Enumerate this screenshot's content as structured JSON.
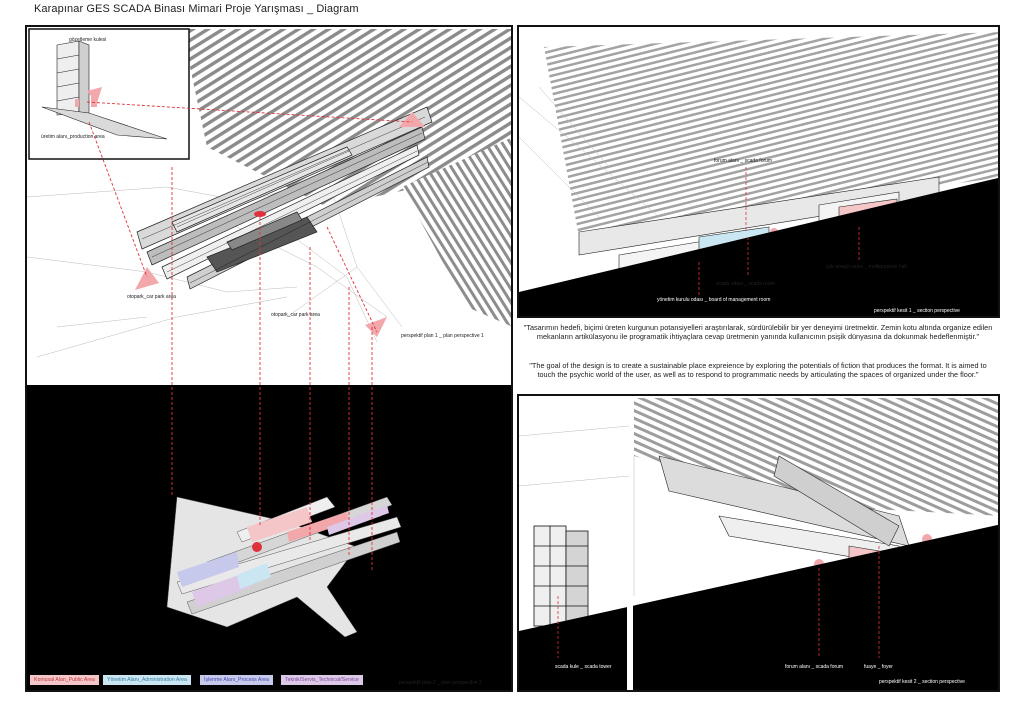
{
  "title": "Karapınar GES SCADA Binası Mimari Proje Yarışması  _  Diagram",
  "inset": {
    "watch_tower": "gözetleme kulesi",
    "production": "üretim alanı_production area"
  },
  "plan1": {
    "car_park_1": "otopark_car park area",
    "car_park_2": "otopark_car park area",
    "caption": "perspektif plan 1 _ plan perspective 1"
  },
  "plan2": {
    "caption": "perspektif plan 2 _ plan perspective 2"
  },
  "legend": [
    {
      "label": "Komusal Alan_Public Area",
      "color": "#f5c6c8",
      "text_color": "#c0393f"
    },
    {
      "label": "Yönetim Alanı_Administration Area",
      "color": "#c9e6f2",
      "text_color": "#3a7fa0"
    },
    {
      "label": "İşlenme Alanı_Process Area",
      "color": "#c6c8ec",
      "text_color": "#454ba8"
    },
    {
      "label": "Teknik/Servis_Technical/Service",
      "color": "#ddc8e8",
      "text_color": "#7a4a98"
    }
  ],
  "section1": {
    "forum": "forum alanı _ scada forum",
    "scada_room": "scada odası _ scada room",
    "multipurpose": "çok amaçlı salon _ multipurpose hall",
    "board_room": "yönetim kurulu odası  _  board of management room",
    "caption": "perspektif kesit 1 _ section perspective"
  },
  "quote": {
    "tr": "\"Tasarımın hedefi, biçimi üreten kurgunun potansiyelleri araştırılarak, sürdürülebilir bir yer deneyimi üretmektir. Zemin kotu altında organize edilen mekanların artikülasyonu ile programatik ihtiyaçlara cevap üretmenin yanında kullanıcının psişik dünyasına da dokunmak hedeflenmiştir.\"",
    "en": "\"The goal of the design is to create a sustainable place expreience by exploring the potentials of fiction that produces the format. It is aimed to touch the psychic world of the user, as well as to respond to programmatic needs by articulating the spaces of organized under the floor.\""
  },
  "section2": {
    "tower": "scada kule _ scada tower",
    "forum": "forum alanı _ scada forum",
    "foyer": "fuaye _ foyer",
    "caption": "perspektif kesit 2 _ section perspective"
  },
  "colors": {
    "accent_red": "#e0323c",
    "pink": "#f2a7ab",
    "black": "#000000"
  }
}
